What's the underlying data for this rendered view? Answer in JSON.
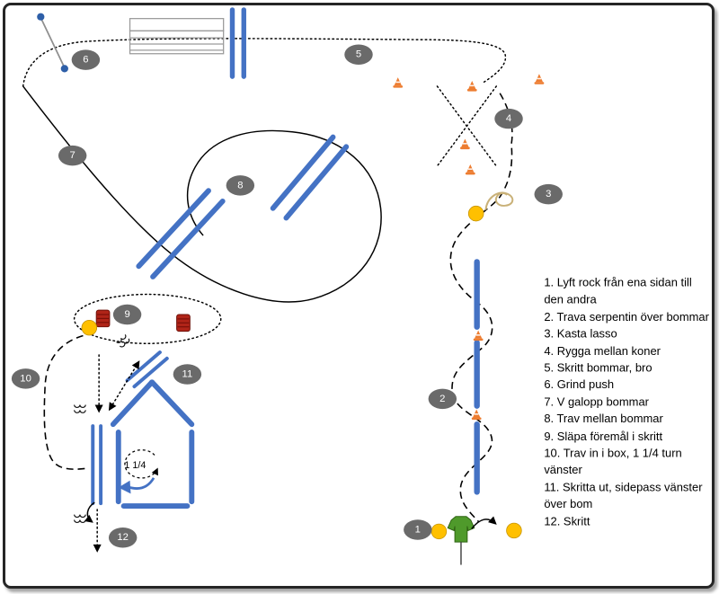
{
  "legend": {
    "items": [
      "1. Lyft rock från ena sidan till den andra",
      "2. Trava serpentin över bommar",
      "3. Kasta lasso",
      "4. Rygga mellan koner",
      "5. Skritt bommar, bro",
      "6. Grind push",
      "7. V galopp bommar",
      "8. Trav mellan bommar",
      "9. Släpa föremål i skritt",
      "10. Trav in i box, 1 1/4 turn vänster",
      "11. Skritta ut, sidepass vänster över bom",
      "12. Skritt"
    ]
  },
  "markers": [
    "1",
    "2",
    "3",
    "4",
    "5",
    "6",
    "7",
    "8",
    "9",
    "10",
    "11",
    "12"
  ],
  "box_turn_label": "1 1/4",
  "colors": {
    "pole_blue": "#4472C4",
    "marker_gray": "#6A6A6A",
    "cone_orange": "#ED7D31",
    "barrel_red": "#B02418",
    "ball_yellow": "#FFC000",
    "figure_green": "#4F9A2B",
    "rope_tan": "#C9B178",
    "gate_blue": "#2E5FA8",
    "path_black": "#000000"
  }
}
